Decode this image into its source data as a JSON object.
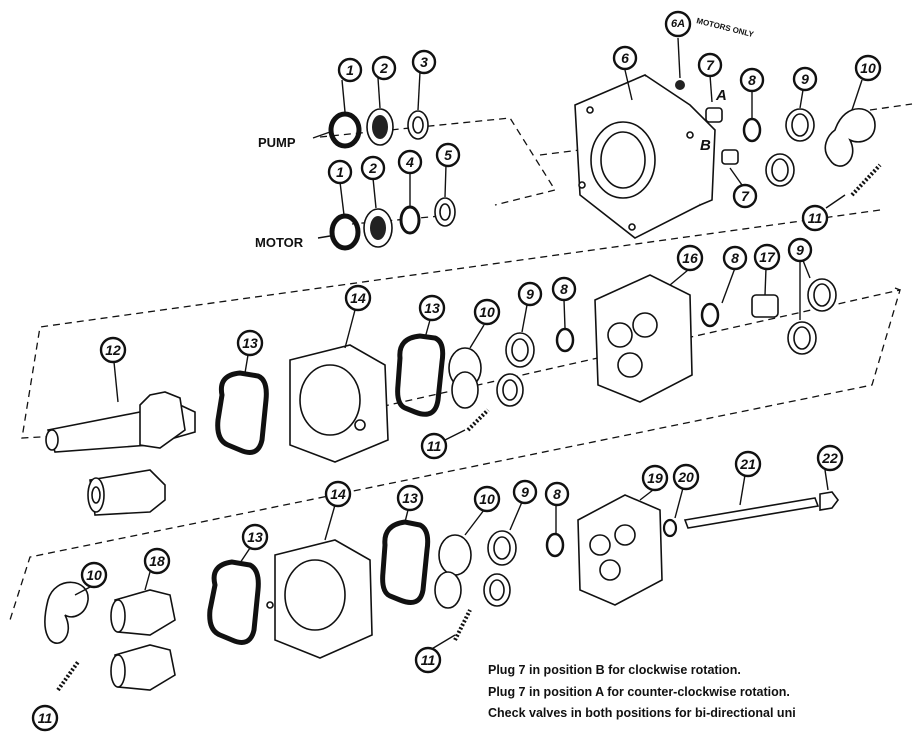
{
  "labels": {
    "pump": "PUMP",
    "motor": "MOTOR",
    "plug_a": "A",
    "plug_b": "B",
    "motors_only": "MOTORS ONLY"
  },
  "callouts": {
    "c1a": "1",
    "c2a": "2",
    "c3": "3",
    "c1b": "1",
    "c2b": "2",
    "c4": "4",
    "c5": "5",
    "c6": "6",
    "c6a": "6A",
    "c7a": "7",
    "c7b": "7",
    "c8a": "8",
    "c9a": "9",
    "c10a": "10",
    "c11a": "11",
    "c12": "12",
    "c13a": "13",
    "c14a": "14",
    "c13b": "13",
    "c10b": "10",
    "c9b": "9",
    "c8b": "8",
    "c11b": "11",
    "c16": "16",
    "c8c": "8",
    "c17": "17",
    "c9c": "9",
    "c13c": "13",
    "c14b": "14",
    "c13d": "13",
    "c10c": "10",
    "c9d": "9",
    "c8d": "8",
    "c19": "19",
    "c20": "20",
    "c21": "21",
    "c22": "22",
    "c10d": "10",
    "c18": "18",
    "c11c": "11",
    "c11d": "11"
  },
  "notes": [
    "Plug 7 in position B for clockwise rotation.",
    "Plug 7 in position A for counter-clockwise rotation.",
    "Check valves in both positions for bi-directional uni"
  ]
}
